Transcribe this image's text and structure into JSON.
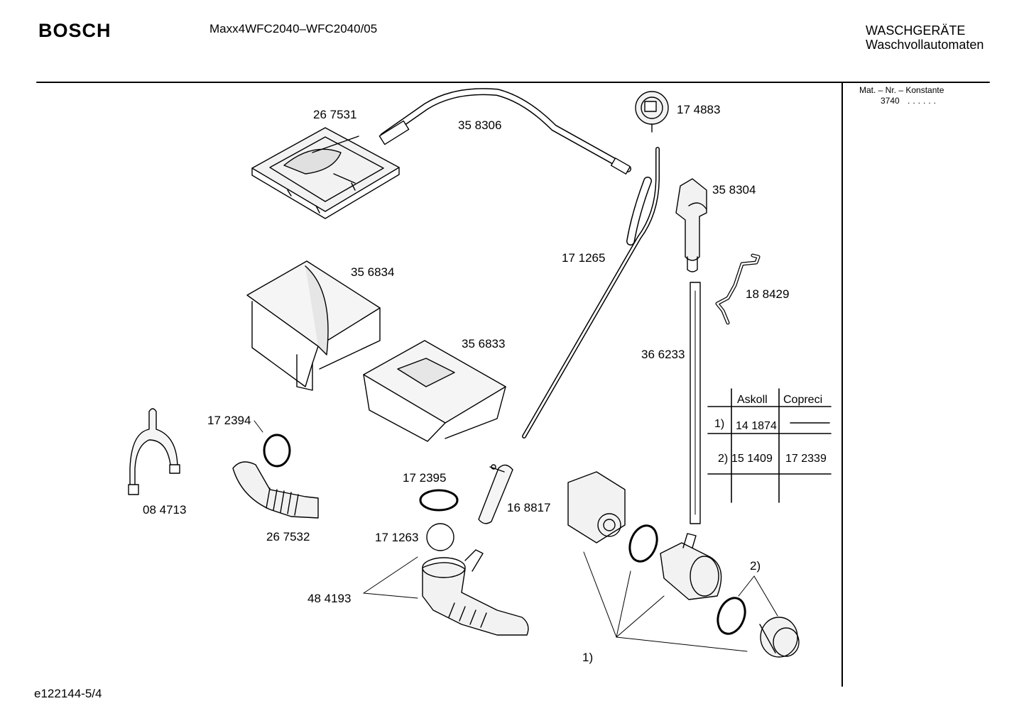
{
  "header": {
    "brand": "BOSCH",
    "model": "Maxx4WFC2040–WFC2040/05",
    "category_line1": "WASCHGERÄTE",
    "category_line2": "Waschvollautomaten"
  },
  "sidebar": {
    "mat_label": "Mat. – Nr. – Konstante",
    "mat_value": "3740",
    "mat_dots": "......"
  },
  "parts": [
    {
      "id": "part-267531",
      "number": "26 7531"
    },
    {
      "id": "part-358306",
      "number": "35 8306"
    },
    {
      "id": "part-174883",
      "number": "17 4883"
    },
    {
      "id": "part-358304",
      "number": "35 8304"
    },
    {
      "id": "part-356834",
      "number": "35 6834"
    },
    {
      "id": "part-171265",
      "number": "17 1265"
    },
    {
      "id": "part-188429",
      "number": "18 8429"
    },
    {
      "id": "part-356833",
      "number": "35 6833"
    },
    {
      "id": "part-366233",
      "number": "36 6233"
    },
    {
      "id": "part-172394",
      "number": "17 2394"
    },
    {
      "id": "part-084713",
      "number": "08 4713"
    },
    {
      "id": "part-267532",
      "number": "26 7532"
    },
    {
      "id": "part-172395",
      "number": "17 2395"
    },
    {
      "id": "part-168817",
      "number": "16 8817"
    },
    {
      "id": "part-171263",
      "number": "17 1263"
    },
    {
      "id": "part-484193",
      "number": "48 4193"
    }
  ],
  "callouts": {
    "one": "1)",
    "two": "2)"
  },
  "supplier_table": {
    "headers": [
      "Askoll",
      "Copreci"
    ],
    "rows": [
      {
        "ref": "1)",
        "askoll": "14 1874",
        "copreci": ""
      },
      {
        "ref": "2)",
        "askoll": "15 1409",
        "copreci": "17 2339"
      }
    ]
  },
  "footer": {
    "doc_id": "e122144-5/4"
  }
}
